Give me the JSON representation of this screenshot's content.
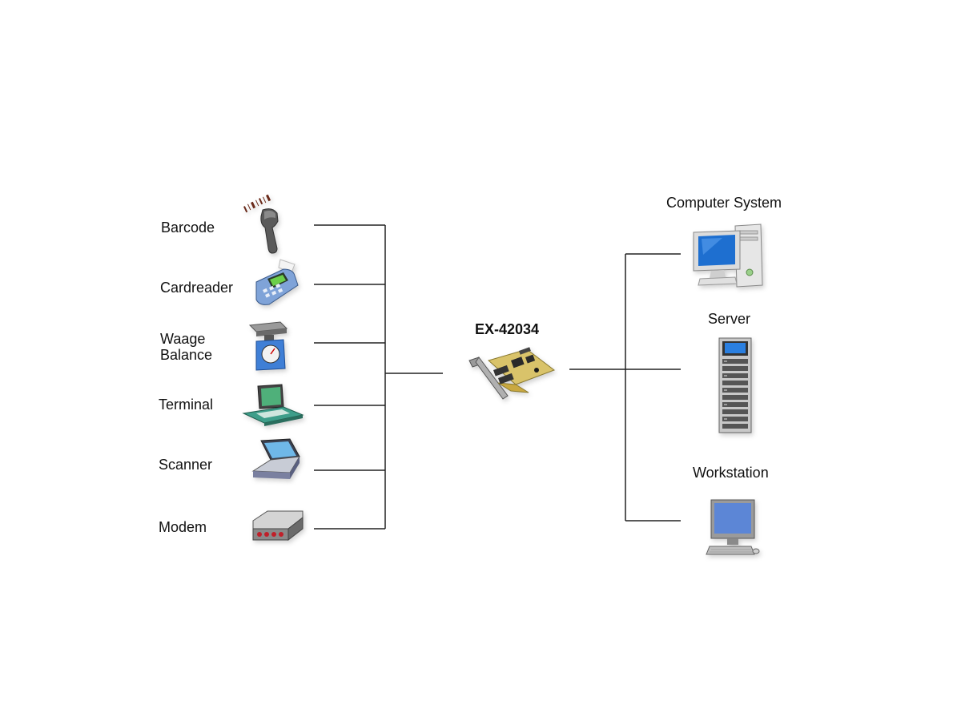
{
  "inputs": [
    {
      "id": "barcode",
      "label": "Barcode",
      "icon": "barcode-scanner-icon"
    },
    {
      "id": "cardreader",
      "label": "Cardreader",
      "icon": "card-reader-icon"
    },
    {
      "id": "waage",
      "label_line1": "Waage",
      "label_line2": "Balance",
      "icon": "weighing-scale-icon"
    },
    {
      "id": "terminal",
      "label": "Terminal",
      "icon": "terminal-icon"
    },
    {
      "id": "scanner",
      "label": "Scanner",
      "icon": "flatbed-scanner-icon"
    },
    {
      "id": "modem",
      "label": "Modem",
      "icon": "modem-icon"
    }
  ],
  "hub": {
    "label": "EX-42034",
    "icon": "serial-pci-card-icon"
  },
  "outputs": [
    {
      "id": "computer",
      "label": "Computer System",
      "icon": "desktop-computer-icon"
    },
    {
      "id": "server",
      "label": "Server",
      "icon": "server-rack-icon"
    },
    {
      "id": "workstation",
      "label": "Workstation",
      "icon": "workstation-monitor-icon"
    }
  ],
  "colors": {
    "line": "#222222",
    "screen": "#1e6fd0",
    "card": "#d9c36a",
    "modem_led": "#c0202a"
  }
}
